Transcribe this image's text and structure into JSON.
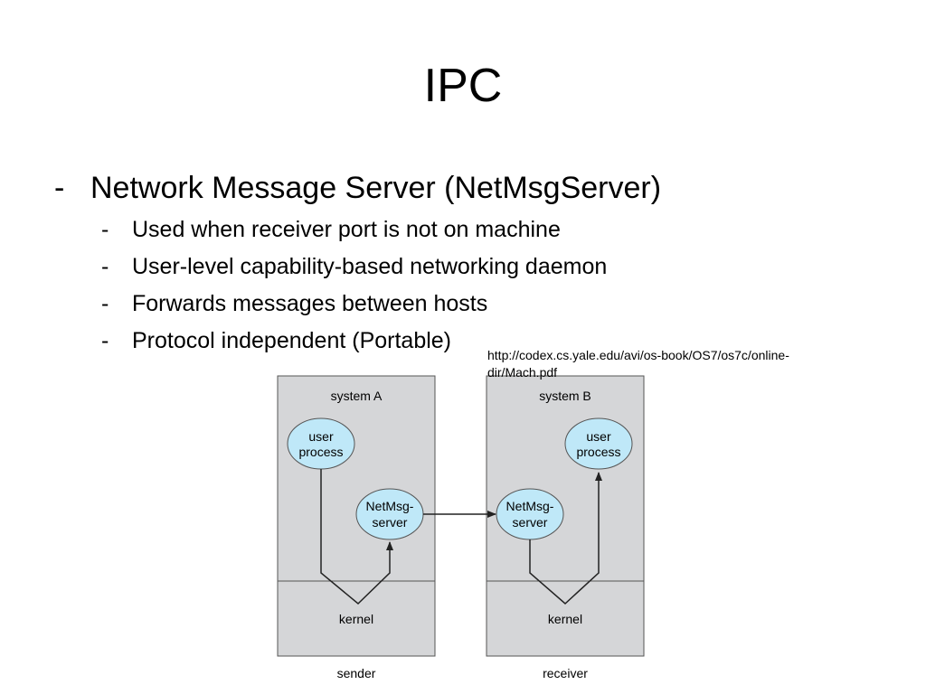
{
  "slide": {
    "title": "IPC",
    "bullet_main": {
      "dash": "-",
      "text": "Network Message Server (NetMsgServer)"
    },
    "sub_bullets": [
      {
        "dash": "-",
        "text": "Used when receiver port is not on machine"
      },
      {
        "dash": "-",
        "text": "User-level capability-based networking daemon"
      },
      {
        "dash": "-",
        "text": "Forwards messages between hosts"
      },
      {
        "dash": "-",
        "text": "Protocol independent (Portable)"
      }
    ],
    "source_line1": "http://codex.cs.yale.edu/avi/os-book/OS7/os7c/online-",
    "source_line2": "dir/Mach.pdf"
  },
  "diagram": {
    "colors": {
      "panel": "#d5d6d8",
      "process": "#bfe8f8",
      "stroke": "#555555",
      "arrow": "#222222"
    },
    "system_a": {
      "title": "system A",
      "user_process_line1": "user",
      "user_process_line2": "process",
      "netmsg_line1": "NetMsg-",
      "netmsg_line2": "server",
      "kernel": "kernel",
      "caption": "sender"
    },
    "system_b": {
      "title": "system B",
      "user_process_line1": "user",
      "user_process_line2": "process",
      "netmsg_line1": "NetMsg-",
      "netmsg_line2": "server",
      "kernel": "kernel",
      "caption": "receiver"
    }
  }
}
